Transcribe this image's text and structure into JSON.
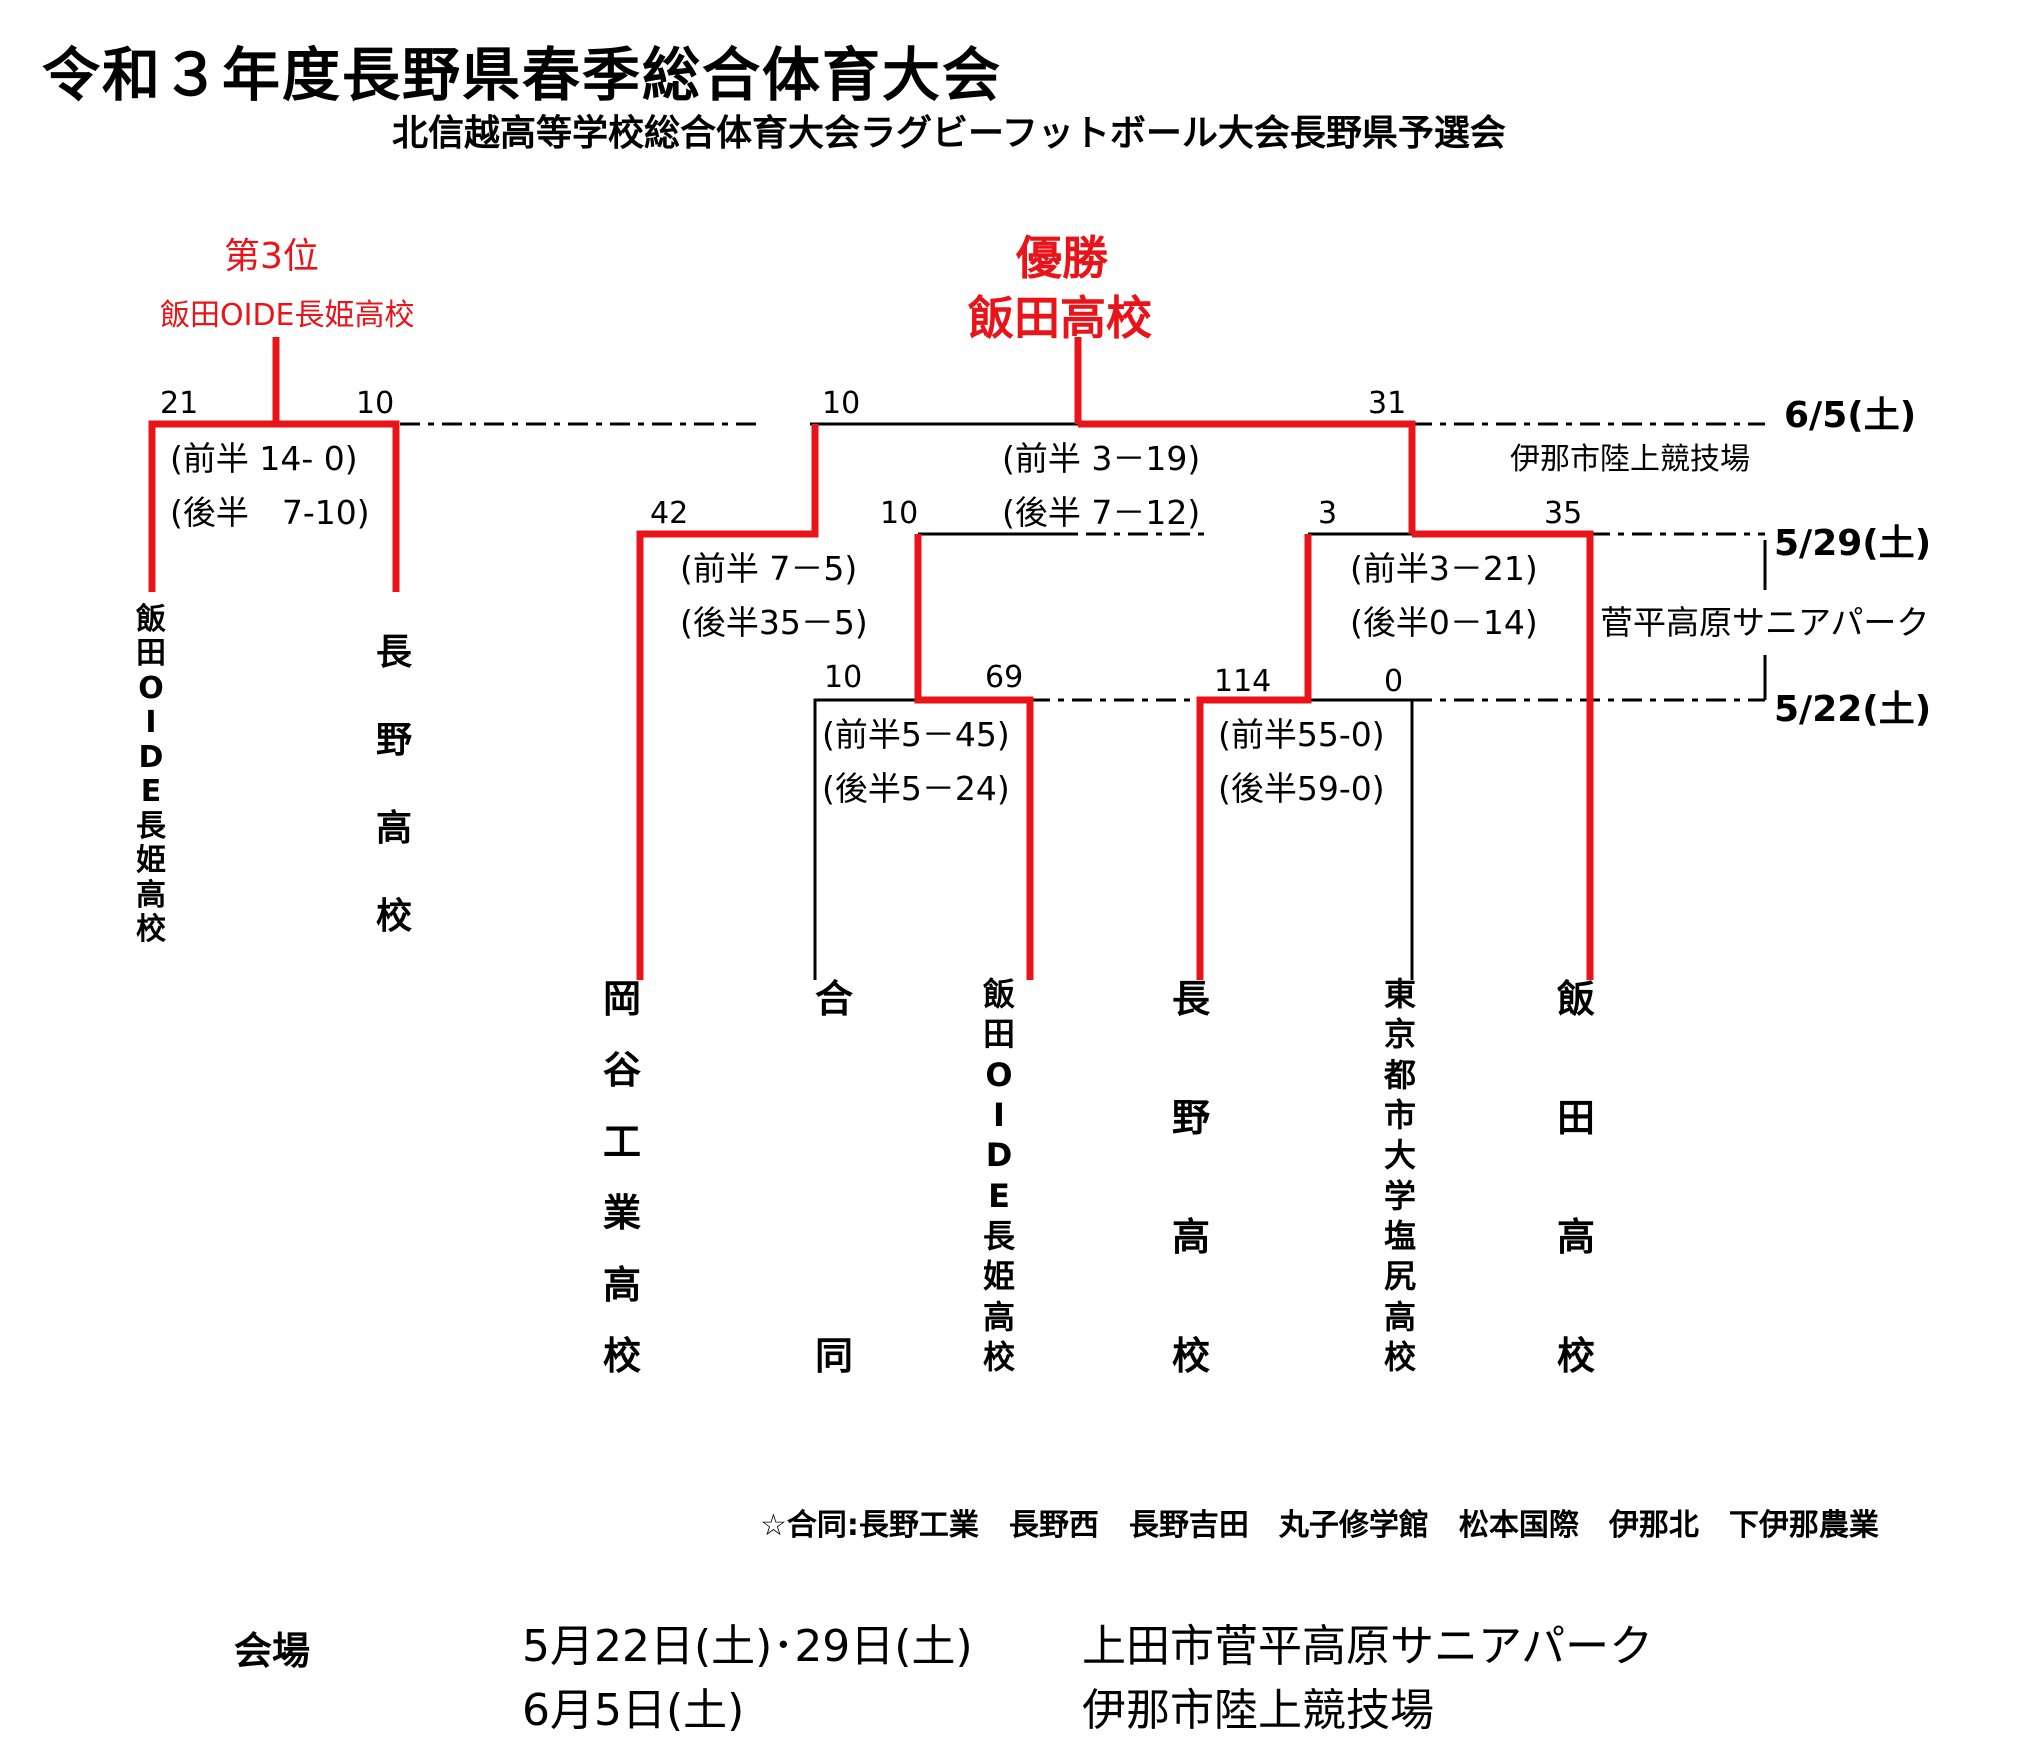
{
  "title": "令和３年度長野県春季総合体育大会",
  "subtitle": "北信越高等学校総合体育大会ラグビーフットボール大会長野県予選会",
  "champion": {
    "label": "優勝",
    "team": "飯田高校"
  },
  "third_place": {
    "label": "第3位",
    "team": "飯田OIDE長姫高校"
  },
  "third_place_match": {
    "score_left": "21",
    "score_right": "10",
    "first_half": "(前半 14- 0)",
    "second_half": "(後半　7-10)"
  },
  "final": {
    "score_left": "10",
    "score_right": "31",
    "first_half": "(前半 3－19)",
    "second_half": "(後半 7－12)"
  },
  "semi_left": {
    "score_left": "42",
    "score_right": "10",
    "first_half": "(前半 7－5)",
    "second_half": "(後半35－5)"
  },
  "semi_right": {
    "score_left": "3",
    "score_right": "35",
    "first_half": "(前半3－21)",
    "second_half": "(後半0－14)"
  },
  "qf_left": {
    "score_left": "10",
    "score_right": "69",
    "first_half": "(前半5－45)",
    "second_half": "(後半5－24)"
  },
  "qf_right": {
    "score_left": "114",
    "score_right": "0",
    "first_half": "(前半55-0)",
    "second_half": "(後半59-0)"
  },
  "dates": {
    "final": "6/5(土)",
    "semi": "5/29(土)",
    "qf": "5/22(土)"
  },
  "venues": {
    "final": "伊那市陸上競技場",
    "semi": "菅平高原サニアパーク"
  },
  "teams_third": [
    "飯田OIDE長姫高校",
    "長野高校"
  ],
  "teams_main": [
    "岡谷工業高校",
    "合同",
    "飯田OIDE長姫高校",
    "長野高校",
    "東京都市大学塩尻高校",
    "飯田高校"
  ],
  "joint_note": "☆合同:長野工業　長野西　長野吉田　丸子修学館　松本国際　伊那北　下伊那農業",
  "venue_block": {
    "label": "会場",
    "row1_dates": "5月22日(土)･29日(土)",
    "row1_place": "上田市菅平高原サニアパーク",
    "row2_dates": "6月5日(土)",
    "row2_place": "伊那市陸上競技場"
  },
  "colors": {
    "win_line": "#e8141a",
    "line": "#000000"
  }
}
